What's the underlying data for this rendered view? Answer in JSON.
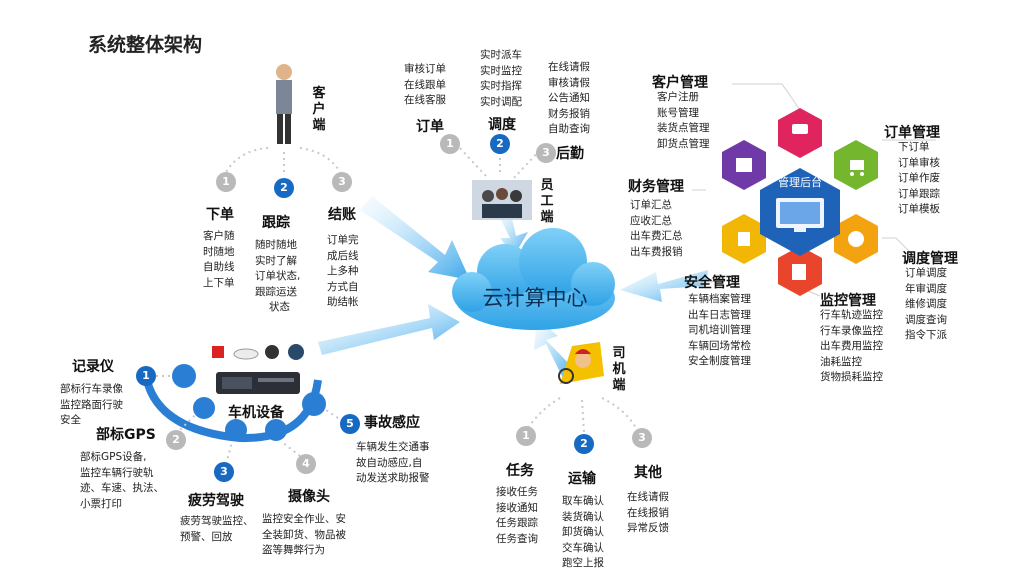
{
  "title": "系统整体架构",
  "center": "云计算中心",
  "customer": {
    "label": "客户端",
    "items": [
      {
        "num": "1",
        "head": "下单",
        "lines": [
          "客户随",
          "时随地",
          "自助线",
          "上下单"
        ]
      },
      {
        "num": "2",
        "head": "跟踪",
        "lines": [
          "随时随地",
          "实时了解",
          "订单状态,",
          "跟踪运送",
          "状态"
        ]
      },
      {
        "num": "3",
        "head": "结账",
        "lines": [
          "订单完",
          "成后线",
          "上多种",
          "方式自",
          "助结帐"
        ]
      }
    ]
  },
  "staff": {
    "label": "员工端",
    "items": [
      {
        "num": "1",
        "head": "订单",
        "lines": [
          "审核订单",
          "在线跟单",
          "在线客服"
        ]
      },
      {
        "num": "2",
        "head": "调度",
        "lines": [
          "实时派车",
          "实时监控",
          "实时指挥",
          "实时调配"
        ]
      },
      {
        "num": "3",
        "head": "后勤",
        "lines": [
          "在线请假",
          "审核请假",
          "公告通知",
          "财务报销",
          "自助查询"
        ]
      }
    ]
  },
  "backend": {
    "hub": "管理后台",
    "modules": [
      {
        "name": "客户管理",
        "lines": [
          "客户注册",
          "账号管理",
          "装货点管理",
          "卸货点管理"
        ],
        "color": "#e0245e",
        "icon": "meeting-icon"
      },
      {
        "name": "订单管理",
        "lines": [
          "下订单",
          "订单审核",
          "订单作废",
          "订单跟踪",
          "订单模板"
        ],
        "color": "#74b62e",
        "icon": "cart-icon"
      },
      {
        "name": "调度管理",
        "lines": [
          "订单调度",
          "年审调度",
          "维修调度",
          "调度查询",
          "指令下派"
        ],
        "color": "#f2a30f",
        "icon": "clock-icon"
      },
      {
        "name": "监控管理",
        "lines": [
          "行车轨迹监控",
          "行车录像监控",
          "出车费用监控",
          "油耗监控",
          "货物损耗监控"
        ],
        "color": "#e9452d",
        "icon": "monitor-icon"
      },
      {
        "name": "安全管理",
        "lines": [
          "车辆档案管理",
          "出车日志管理",
          "司机培训管理",
          "车辆回场常检",
          "安全制度管理"
        ],
        "color": "#f2b705",
        "icon": "shield-icon"
      },
      {
        "name": "财务管理",
        "lines": [
          "订单汇总",
          "应收汇总",
          "出车费汇总",
          "出车费报销"
        ],
        "color": "#6f3aa8",
        "icon": "chart-icon"
      }
    ]
  },
  "driver": {
    "label": "司机端",
    "items": [
      {
        "num": "1",
        "head": "任务",
        "lines": [
          "接收任务",
          "接收通知",
          "任务跟踪",
          "任务查询"
        ]
      },
      {
        "num": "2",
        "head": "运输",
        "lines": [
          "取车确认",
          "装货确认",
          "卸货确认",
          "交车确认",
          "跑空上报"
        ]
      },
      {
        "num": "3",
        "head": "其他",
        "lines": [
          "在线请假",
          "在线报销",
          "异常反馈"
        ]
      }
    ]
  },
  "vehicle": {
    "label": "车机设备",
    "items": [
      {
        "num": "1",
        "head": "记录仪",
        "lines": [
          "部标行车录像",
          "监控路面行驶",
          "安全"
        ]
      },
      {
        "num": "2",
        "head": "部标GPS",
        "lines": [
          "部标GPS设备,",
          "监控车辆行驶轨",
          "迹、车速、执法、",
          "小票打印"
        ]
      },
      {
        "num": "3",
        "head": "疲劳驾驶",
        "lines": [
          "疲劳驾驶监控、",
          "预警、回放"
        ]
      },
      {
        "num": "4",
        "head": "摄像头",
        "lines": [
          "监控安全作业、安",
          "全装卸货、物品被",
          "盗等舞弊行为"
        ]
      },
      {
        "num": "5",
        "head": "事故感应",
        "lines": [
          "车辆发生交通事",
          "故自动感应,自",
          "动发送求助报警"
        ]
      }
    ]
  }
}
